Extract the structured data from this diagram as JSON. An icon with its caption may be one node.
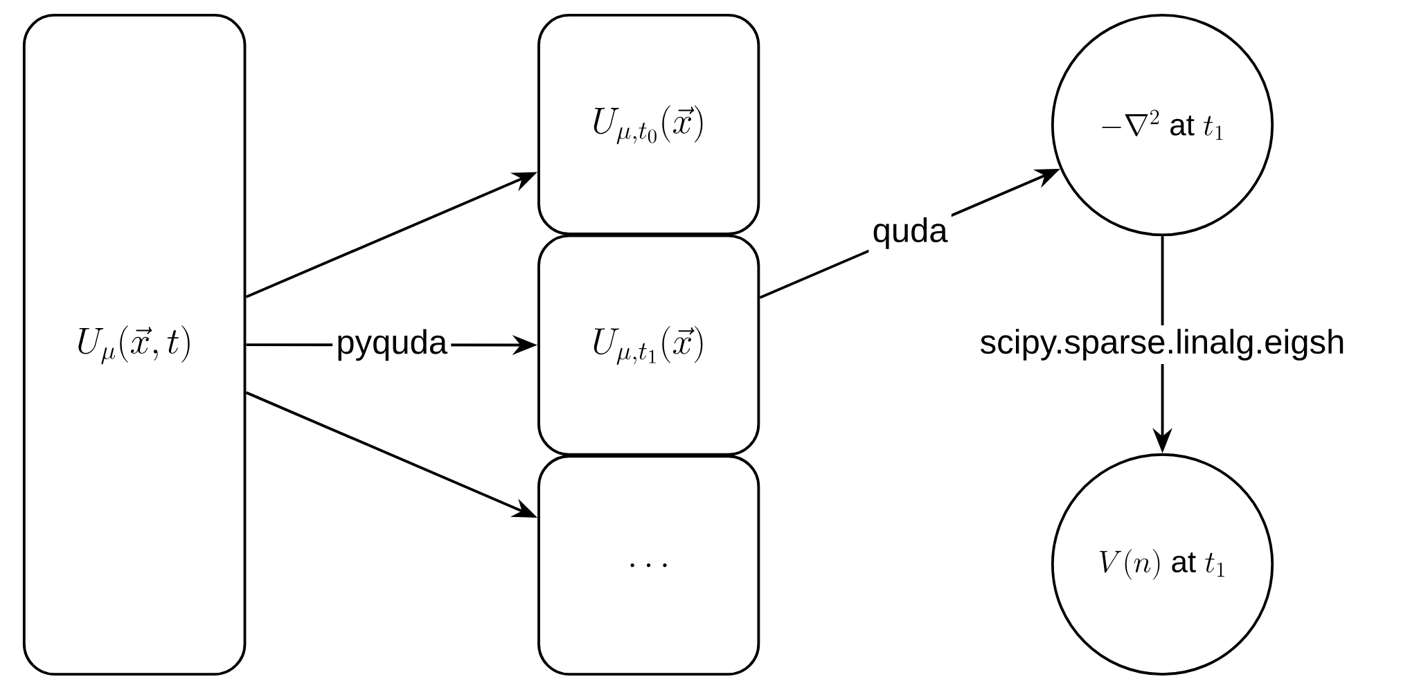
{
  "diagram": {
    "nodes": [
      {
        "text": [
          "U_\\mu(\\vec{x}, t)"
        ]
      },
      {
        "text": [
          "U_{\\mu,t_0}(\\vec{x})"
        ]
      },
      {
        "text": [
          "U_{\\mu,t_1}(\\vec{x})"
        ]
      },
      {
        "text": [
          "\\ldots"
        ]
      },
      {
        "text": [
          "-\\nabla^2 \\text{ at } t_1"
        ]
      },
      {
        "text": [
          "V(n) \\text{ at } t_1"
        ]
      }
    ],
    "edges": [
      {
        "from": 0,
        "to": 1,
        "arrow": "to"
      },
      {
        "from": 0,
        "to": 2,
        "arrow": "to",
        "label": "pyquda"
      },
      {
        "from": 0,
        "to": 3,
        "arrow": "to"
      },
      {
        "from": 2,
        "to": 4,
        "arrow": "to",
        "label": "quda"
      },
      {
        "from": 4,
        "to": 5,
        "arrow": "to",
        "label": "scipy.sparse.linalg.eigsh"
      }
    ]
  }
}
